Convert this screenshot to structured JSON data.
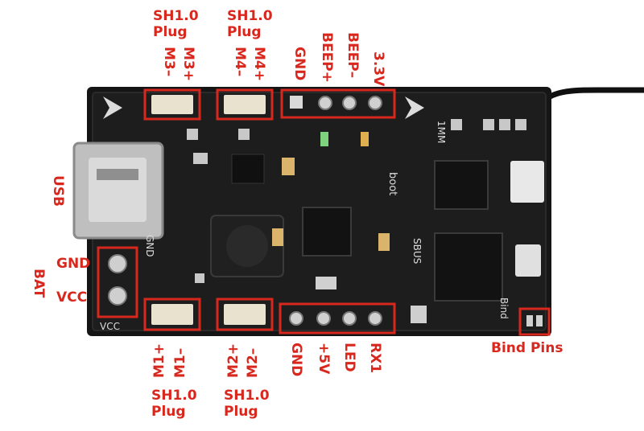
{
  "top": {
    "m3_plug": "SH1.0\nPlug",
    "m4_plug": "SH1.0\nPlug",
    "m3_minus": "M3–",
    "m3_plus": "M3+",
    "m4_minus": "M4–",
    "m4_plus": "M4+",
    "gnd": "GND",
    "beep_plus": "BEEP+",
    "beep_minus": "BEEP–",
    "v33": "3.3V"
  },
  "bottom": {
    "m1_plus": "M1+",
    "m1_minus": "M1–",
    "m2_plus": "M2+",
    "m2_minus": "M2–",
    "m1_plug": "SH1.0\nPlug",
    "m2_plug": "SH1.0\nPlug",
    "gnd": "GND",
    "v5": "+5V",
    "led": "LED",
    "rx1": "RX1",
    "bind": "Bind Pins"
  },
  "left": {
    "usb": "USB",
    "bat": "BAT",
    "gnd": "GND",
    "vcc": "VCC"
  },
  "silkscreen": {
    "boot": "boot",
    "gnd": "GND",
    "vcc": "VCC",
    "sbus": "SBUS",
    "bind": "Bind",
    "tag": "1MM"
  },
  "colors": {
    "label": "#d8281e",
    "board": "#141414",
    "highlight": "#d8281e"
  }
}
